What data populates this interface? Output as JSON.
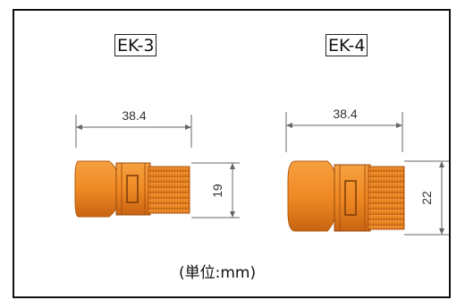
{
  "models": [
    {
      "name": "EK-3",
      "length": "38.4",
      "diameter": "19"
    },
    {
      "name": "EK-4",
      "length": "38.4",
      "diameter": "22"
    }
  ],
  "unit_caption": "(単位:mm)",
  "colors": {
    "body": "#F08A24",
    "body_dark": "#C05E10",
    "line": "#555555"
  }
}
